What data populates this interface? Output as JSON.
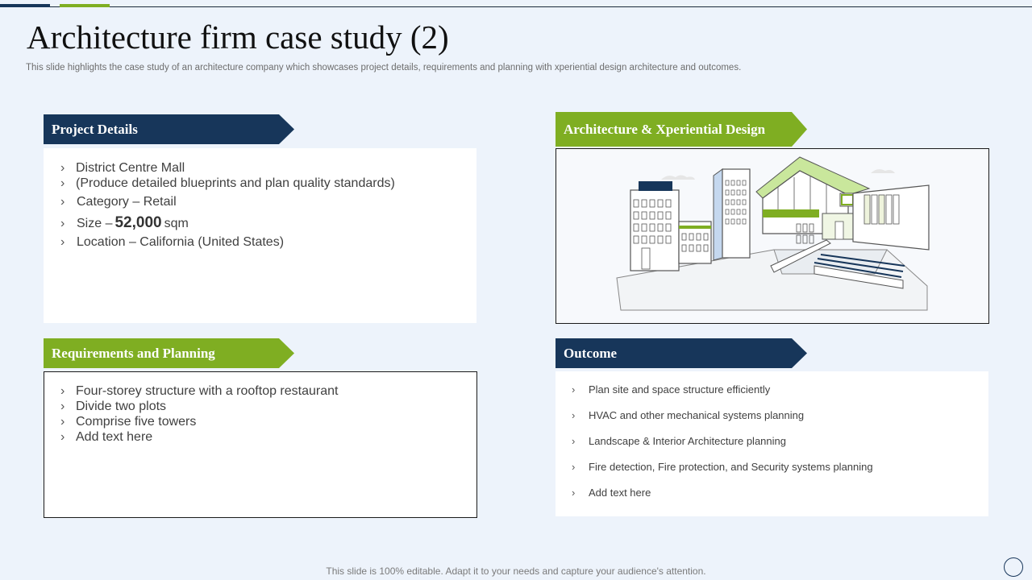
{
  "title": "Architecture firm case study (2)",
  "subtitle": "This slide highlights the case study of an architecture company which showcases project details, requirements and planning with xperiential design architecture and outcomes.",
  "project_details": {
    "heading": "Project Details",
    "items": [
      "District Centre Mall",
      "(Produce detailed blueprints and plan quality standards)",
      "Category – Retail"
    ],
    "size_prefix": "Size –",
    "size_value": "52,000",
    "size_unit": "sqm",
    "location": "Location – California (United States)"
  },
  "design": {
    "heading": "Architecture & Xperiential Design",
    "illustration": "building-illustration"
  },
  "requirements": {
    "heading": "Requirements and Planning",
    "items": [
      "Four-storey structure  with a rooftop restaurant",
      "Divide two plots",
      "Comprise five towers",
      "Add text here"
    ]
  },
  "outcome": {
    "heading": "Outcome",
    "items": [
      "Plan site and space structure efficiently",
      "HVAC and other mechanical systems planning",
      "Landscape & Interior Architecture planning",
      "Fire detection, Fire protection, and Security systems planning",
      "Add text here"
    ]
  },
  "footer": "This slide is 100% editable. Adapt it to your needs and capture your audience's attention.",
  "colors": {
    "navy": "#17365a",
    "green": "#7fae22",
    "background": "#edf3fb"
  }
}
